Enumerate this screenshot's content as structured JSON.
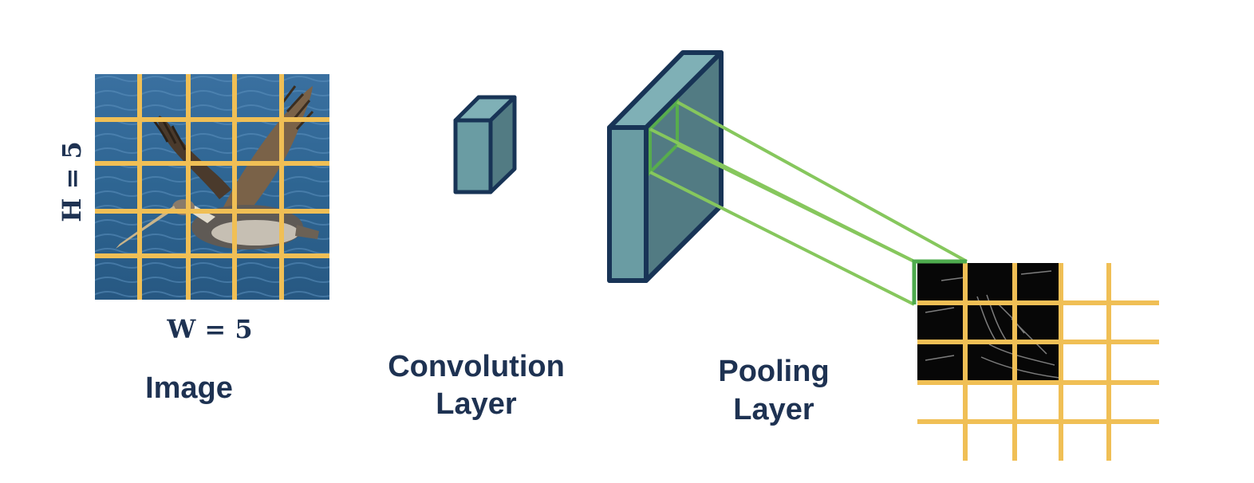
{
  "image_section": {
    "label": "Image",
    "height_label": "H = 5",
    "width_label": "W = 5"
  },
  "convolution_section": {
    "label_line1": "Convolution",
    "label_line2": "Layer"
  },
  "pooling_section": {
    "label_line1": "Pooling",
    "label_line2": "Layer"
  },
  "colors": {
    "grid": "#f0bf55",
    "box_front": "#6a9ca3",
    "box_side": "#527b83",
    "box_outline": "#183456",
    "projection_lines": "#86c75d",
    "receptive_square": "#4eab4e",
    "text": "#1e3252",
    "water": "#33689a",
    "feature_map": "#070707"
  }
}
